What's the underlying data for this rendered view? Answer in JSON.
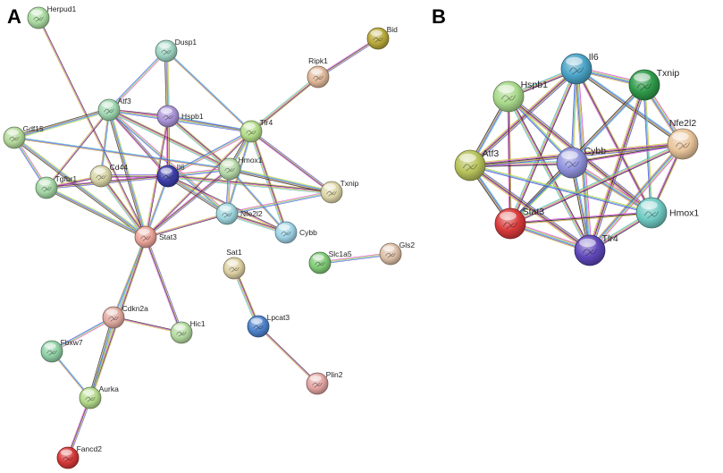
{
  "panels": [
    {
      "id": "A",
      "label": "A",
      "nodes": [
        {
          "id": "Herpud1",
          "label": "Herpud1",
          "color": "#a9dba0"
        },
        {
          "id": "Dusp1",
          "label": "Dusp1",
          "color": "#9ed3c0"
        },
        {
          "id": "Bid",
          "label": "Bid",
          "color": "#b8a93a"
        },
        {
          "id": "Ripk1",
          "label": "Ripk1",
          "color": "#e0b899"
        },
        {
          "id": "Atf3",
          "label": "Atf3",
          "color": "#9fd6b0"
        },
        {
          "id": "Hspb1",
          "label": "Hspb1",
          "color": "#a993d6"
        },
        {
          "id": "Tlr4",
          "label": "Tlr4",
          "color": "#b4dc8a"
        },
        {
          "id": "Gdf15",
          "label": "Gdf15",
          "color": "#b3d99a"
        },
        {
          "id": "Cd44",
          "label": "Cd44",
          "color": "#d8d4a6"
        },
        {
          "id": "Il6",
          "label": "Il6",
          "color": "#3c3da8"
        },
        {
          "id": "Hmox1",
          "label": "Hmox1",
          "color": "#b6d9a8"
        },
        {
          "id": "Tgfbr1",
          "label": "Tgfbr1",
          "color": "#a3d6a5"
        },
        {
          "id": "Txnip",
          "label": "Txnip",
          "color": "#ddd6a8"
        },
        {
          "id": "Nfe2l2",
          "label": "Nfe2l2",
          "color": "#9fd6de"
        },
        {
          "id": "Cybb",
          "label": "Cybb",
          "color": "#9fd3e6"
        },
        {
          "id": "Stat3",
          "label": "Stat3",
          "color": "#eaa49a"
        },
        {
          "id": "Sat1",
          "label": "Sat1",
          "color": "#ddd0a3"
        },
        {
          "id": "Slc1a5",
          "label": "Slc1a5",
          "color": "#7fca76"
        },
        {
          "id": "Gls2",
          "label": "Gls2",
          "color": "#dcbfa6"
        },
        {
          "id": "Cdkn2a",
          "label": "Cdkn2a",
          "color": "#e0aaa0"
        },
        {
          "id": "Hic1",
          "label": "Hic1",
          "color": "#b3d9a0"
        },
        {
          "id": "Lpcat3",
          "label": "Lpcat3",
          "color": "#4d82cc"
        },
        {
          "id": "Fbxw7",
          "label": "Fbxw7",
          "color": "#8fd0a5"
        },
        {
          "id": "Aurka",
          "label": "Aurka",
          "color": "#b3d98a"
        },
        {
          "id": "Plin2",
          "label": "Plin2",
          "color": "#e2a4a2"
        },
        {
          "id": "Fancd2",
          "label": "Fancd2",
          "color": "#d63838"
        }
      ],
      "edges": [
        [
          "Herpud1",
          "Stat3"
        ],
        [
          "Dusp1",
          "Atf3"
        ],
        [
          "Dusp1",
          "Hspb1"
        ],
        [
          "Dusp1",
          "Tlr4"
        ],
        [
          "Bid",
          "Ripk1"
        ],
        [
          "Ripk1",
          "Tlr4"
        ],
        [
          "Atf3",
          "Hspb1"
        ],
        [
          "Atf3",
          "Tlr4"
        ],
        [
          "Atf3",
          "Gdf15"
        ],
        [
          "Atf3",
          "Cd44"
        ],
        [
          "Atf3",
          "Il6"
        ],
        [
          "Atf3",
          "Hmox1"
        ],
        [
          "Atf3",
          "Tgfbr1"
        ],
        [
          "Atf3",
          "Nfe2l2"
        ],
        [
          "Atf3",
          "Stat3"
        ],
        [
          "Hspb1",
          "Tlr4"
        ],
        [
          "Hspb1",
          "Il6"
        ],
        [
          "Hspb1",
          "Hmox1"
        ],
        [
          "Hspb1",
          "Stat3"
        ],
        [
          "Tlr4",
          "Il6"
        ],
        [
          "Tlr4",
          "Hmox1"
        ],
        [
          "Tlr4",
          "Nfe2l2"
        ],
        [
          "Tlr4",
          "Txnip"
        ],
        [
          "Tlr4",
          "Cybb"
        ],
        [
          "Tlr4",
          "Stat3"
        ],
        [
          "Gdf15",
          "Tgfbr1"
        ],
        [
          "Gdf15",
          "Stat3"
        ],
        [
          "Gdf15",
          "Hmox1"
        ],
        [
          "Cd44",
          "Il6"
        ],
        [
          "Cd44",
          "Stat3"
        ],
        [
          "Cd44",
          "Tgfbr1"
        ],
        [
          "Il6",
          "Hmox1"
        ],
        [
          "Il6",
          "Nfe2l2"
        ],
        [
          "Il6",
          "Stat3"
        ],
        [
          "Il6",
          "Tgfbr1"
        ],
        [
          "Il6",
          "Txnip"
        ],
        [
          "Il6",
          "Cybb"
        ],
        [
          "Hmox1",
          "Nfe2l2"
        ],
        [
          "Hmox1",
          "Txnip"
        ],
        [
          "Hmox1",
          "Cybb"
        ],
        [
          "Hmox1",
          "Stat3"
        ],
        [
          "Nfe2l2",
          "Cybb"
        ],
        [
          "Nfe2l2",
          "Stat3"
        ],
        [
          "Nfe2l2",
          "Txnip"
        ],
        [
          "Tgfbr1",
          "Stat3"
        ],
        [
          "Stat3",
          "Cdkn2a"
        ],
        [
          "Stat3",
          "Hic1"
        ],
        [
          "Stat3",
          "Aurka"
        ],
        [
          "Cdkn2a",
          "Hic1"
        ],
        [
          "Cdkn2a",
          "Fbxw7"
        ],
        [
          "Cdkn2a",
          "Aurka"
        ],
        [
          "Fbxw7",
          "Aurka"
        ],
        [
          "Aurka",
          "Fancd2"
        ],
        [
          "Sat1",
          "Lpcat3"
        ],
        [
          "Lpcat3",
          "Plin2"
        ],
        [
          "Slc1a5",
          "Gls2"
        ]
      ]
    },
    {
      "id": "B",
      "label": "B",
      "nodes": [
        {
          "id": "Il6",
          "label": "Il6",
          "color": "#4aa3c6"
        },
        {
          "id": "Hspb1",
          "label": "Hspb1",
          "color": "#a8d98a"
        },
        {
          "id": "Txnip",
          "label": "Txnip",
          "color": "#2f9a4a"
        },
        {
          "id": "Cybb",
          "label": "Cybb",
          "color": "#8f92dc"
        },
        {
          "id": "Nfe2l2",
          "label": "Nfe2l2",
          "color": "#e8c49a"
        },
        {
          "id": "Atf3",
          "label": "Atf3",
          "color": "#b7c25a"
        },
        {
          "id": "Hmox1",
          "label": "Hmox1",
          "color": "#6fc9c2"
        },
        {
          "id": "Stat3",
          "label": "Stat3",
          "color": "#d83a3a"
        },
        {
          "id": "Tlr4",
          "label": "Tlr4",
          "color": "#5e46b8"
        }
      ],
      "edges": [
        [
          "Il6",
          "Hspb1"
        ],
        [
          "Il6",
          "Txnip"
        ],
        [
          "Il6",
          "Cybb"
        ],
        [
          "Il6",
          "Nfe2l2"
        ],
        [
          "Il6",
          "Atf3"
        ],
        [
          "Il6",
          "Hmox1"
        ],
        [
          "Il6",
          "Stat3"
        ],
        [
          "Il6",
          "Tlr4"
        ],
        [
          "Hspb1",
          "Cybb"
        ],
        [
          "Hspb1",
          "Atf3"
        ],
        [
          "Hspb1",
          "Hmox1"
        ],
        [
          "Hspb1",
          "Stat3"
        ],
        [
          "Hspb1",
          "Tlr4"
        ],
        [
          "Txnip",
          "Nfe2l2"
        ],
        [
          "Txnip",
          "Hmox1"
        ],
        [
          "Txnip",
          "Stat3"
        ],
        [
          "Txnip",
          "Tlr4"
        ],
        [
          "Cybb",
          "Nfe2l2"
        ],
        [
          "Cybb",
          "Atf3"
        ],
        [
          "Cybb",
          "Hmox1"
        ],
        [
          "Cybb",
          "Stat3"
        ],
        [
          "Cybb",
          "Tlr4"
        ],
        [
          "Nfe2l2",
          "Atf3"
        ],
        [
          "Nfe2l2",
          "Hmox1"
        ],
        [
          "Nfe2l2",
          "Stat3"
        ],
        [
          "Nfe2l2",
          "Tlr4"
        ],
        [
          "Atf3",
          "Hmox1"
        ],
        [
          "Atf3",
          "Stat3"
        ],
        [
          "Atf3",
          "Tlr4"
        ],
        [
          "Hmox1",
          "Stat3"
        ],
        [
          "Hmox1",
          "Tlr4"
        ],
        [
          "Stat3",
          "Tlr4"
        ]
      ]
    }
  ],
  "edge_colors": [
    "#1a1a1a",
    "#d93fd9",
    "#c9cc2e",
    "#3fb3c9",
    "#4a4ad9",
    "#c9a23f"
  ]
}
